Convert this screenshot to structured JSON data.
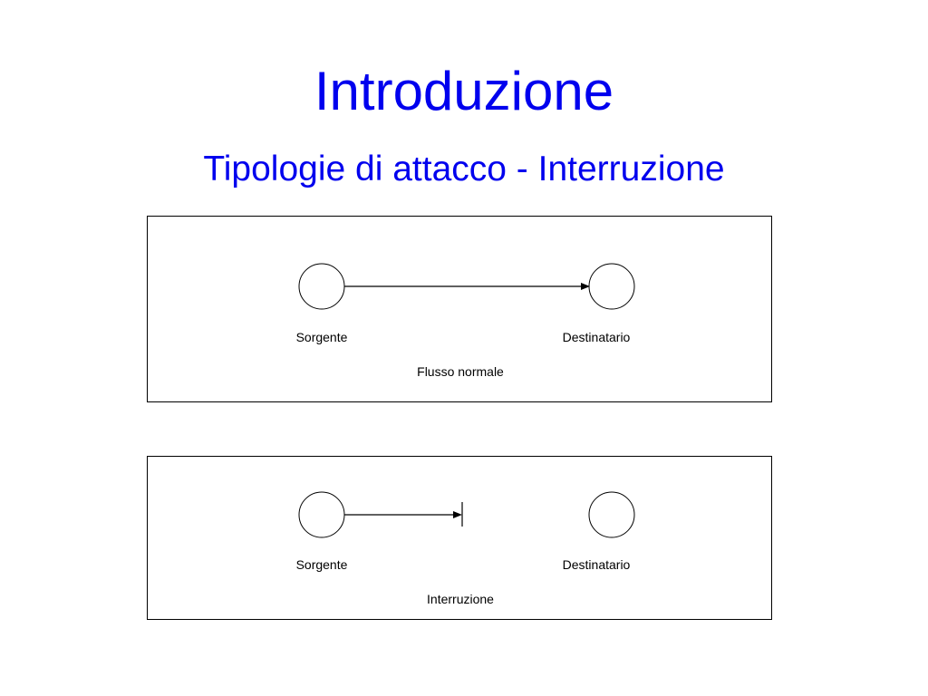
{
  "slide": {
    "title": "Introduzione",
    "subtitle": "Tipologie di attacco - Interruzione"
  },
  "colors": {
    "heading": "#0000ee",
    "stroke": "#000000",
    "background": "#ffffff"
  },
  "diagrams": [
    {
      "source_label": "Sorgente",
      "destination_label": "Destinatario",
      "caption": "Flusso normale",
      "connection": "complete-arrow"
    },
    {
      "source_label": "Sorgente",
      "destination_label": "Destinatario",
      "caption": "Interruzione",
      "connection": "interrupted-arrow"
    }
  ]
}
